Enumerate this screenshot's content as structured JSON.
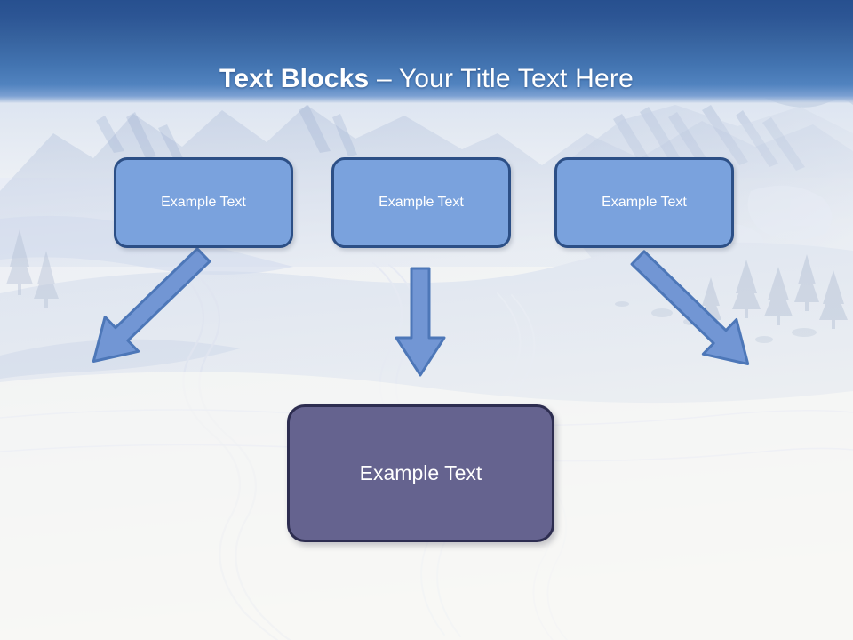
{
  "slide": {
    "title": {
      "bold_part": "Text Blocks ",
      "regular_part": "– Your Title Text Here"
    },
    "background": {
      "description": "snowy-mountain-landscape",
      "sky_color": "#cfdbee",
      "snow_color": "#f5f5f2",
      "shadow_color": "#c4cee4"
    },
    "theme": {
      "header_gradient_top": "#27508f",
      "header_gradient_bottom": "#7ba0d2",
      "top_box_fill": "#7aa2dd",
      "top_box_border": "#2c4f86",
      "bottom_box_fill": "#65638f",
      "bottom_box_border": "#2d2d50",
      "arrow_fill": "#7296d4",
      "arrow_border": "#4d77b8",
      "text_color": "#ffffff"
    },
    "top_boxes": [
      {
        "label": "Example Text"
      },
      {
        "label": "Example Text"
      },
      {
        "label": "Example Text"
      }
    ],
    "bottom_box": {
      "label": "Example Text"
    },
    "arrows": [
      {
        "name": "arrow-left-diagonal",
        "direction": "down-right",
        "from": "box-1",
        "to": "bottom-box"
      },
      {
        "name": "arrow-center-vertical",
        "direction": "down",
        "from": "box-2",
        "to": "bottom-box"
      },
      {
        "name": "arrow-right-diagonal",
        "direction": "down-left",
        "from": "box-3",
        "to": "bottom-box"
      }
    ]
  }
}
